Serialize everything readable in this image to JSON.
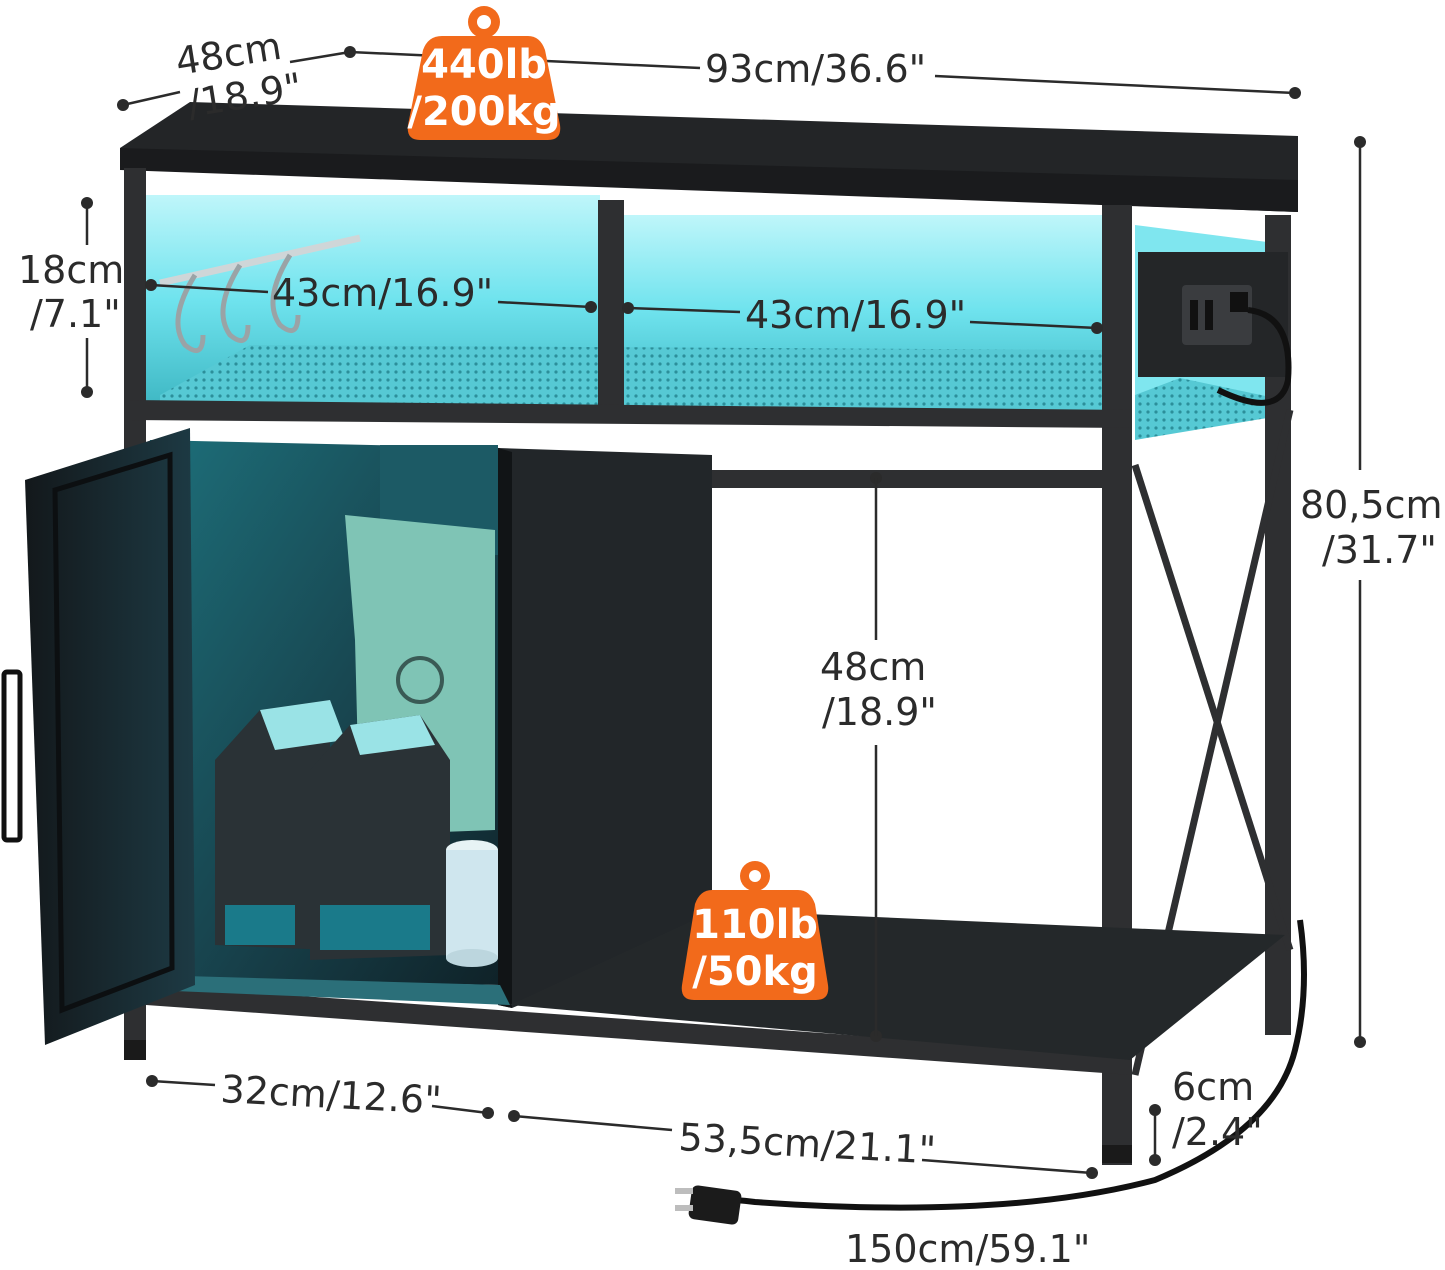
{
  "dimensions": {
    "depth_top": [
      "48cm",
      "/18.9\""
    ],
    "width_top": "93cm/36.6\"",
    "shelf_height": [
      "18cm",
      "/7.1\""
    ],
    "left_cubby_width": "43cm/16.9\"",
    "right_cubby_width": "43cm/16.9\"",
    "total_height": [
      "80,5cm",
      "/31.7\""
    ],
    "open_height": [
      "48cm",
      "/18.9\""
    ],
    "cabinet_width": "32cm/12.6\"",
    "open_width": "53,5cm/21.1\"",
    "leg_height": [
      "6cm",
      "/2.4\""
    ],
    "cord_length": "150cm/59.1\""
  },
  "weight_tags": {
    "top": [
      "440lb",
      "/200kg"
    ],
    "bottom": [
      "110lb",
      "/50kg"
    ]
  },
  "colors": {
    "tag": "#f26a1b",
    "led": "#6fe3ee",
    "frame": "#2e2f31",
    "wood": "#1f2326"
  }
}
